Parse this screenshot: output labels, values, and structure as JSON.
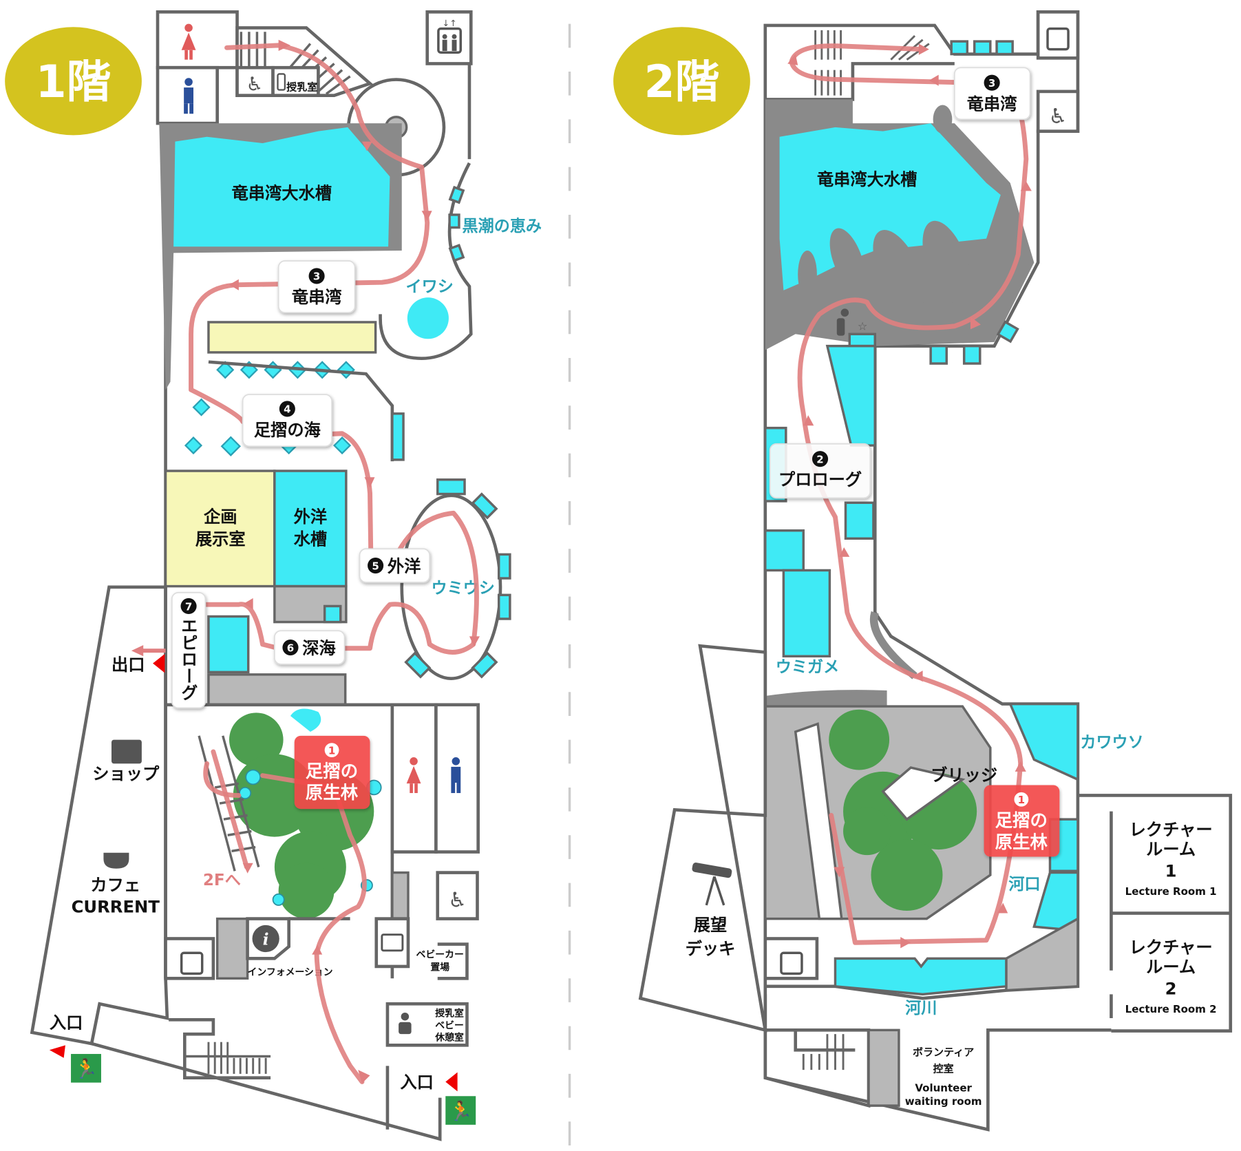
{
  "colors": {
    "water": "#3feaf5",
    "wall": "#666666",
    "route": "#e07f80",
    "badge": "#d4c31f",
    "forest": "#4d9e4f",
    "start_stop": "#f24848",
    "label_teal": "#2aa0b4"
  },
  "floor1": {
    "title": "1階",
    "main_tank": "竜串湾大水槽",
    "kuroshio": "黒潮の恵み",
    "iwashi": "イワシ",
    "nursing_small": "授乳室",
    "stop1": {
      "num": "1",
      "line1": "足摺の",
      "line2": "原生林"
    },
    "stop3": {
      "num": "3",
      "name": "竜串湾"
    },
    "stop4": {
      "num": "4",
      "name": "足摺の海"
    },
    "stop5": {
      "num": "5",
      "name": "外洋"
    },
    "stop6": {
      "num": "6",
      "name": "深海"
    },
    "stop7": {
      "num": "7",
      "name": "エピローグ"
    },
    "umiushi": "ウミウシ",
    "special_exhibit": {
      "line1": "企画",
      "line2": "展示室"
    },
    "ocean_tank": {
      "line1": "外洋",
      "line2": "水槽"
    },
    "exit": "出口",
    "shop": "ショップ",
    "cafe": {
      "line1": "カフェ",
      "line2": "CURRENT"
    },
    "to_2f": "2Fへ",
    "information": "インフォメーション",
    "stroller": {
      "line1": "ベビーカー",
      "line2": "置場"
    },
    "baby_room": {
      "line1": "授乳室",
      "line2": "ベビー",
      "line3": "休憩室"
    },
    "entrance_left": "入口",
    "entrance_right": "入口"
  },
  "floor2": {
    "title": "2階",
    "main_tank": "竜串湾大水槽",
    "stop1": {
      "num": "1",
      "line1": "足摺の",
      "line2": "原生林"
    },
    "stop2": {
      "num": "2",
      "name": "プロローグ"
    },
    "stop3": {
      "num": "3",
      "name": "竜串湾"
    },
    "sea_turtle": "ウミガメ",
    "otter": "カワウソ",
    "bridge": "ブリッジ",
    "estuary": "河口",
    "river": "河川",
    "deck": {
      "line1": "展望",
      "line2": "デッキ"
    },
    "lecture1": {
      "line1": "レクチャー",
      "line2": "ルーム",
      "line3": "1",
      "en": "Lecture Room 1"
    },
    "lecture2": {
      "line1": "レクチャー",
      "line2": "ルーム",
      "line3": "2",
      "en": "Lecture Room 2"
    },
    "volunteer": {
      "line1": "ボランティア",
      "line2": "控室",
      "en1": "Volunteer",
      "en2": "waiting room"
    }
  }
}
